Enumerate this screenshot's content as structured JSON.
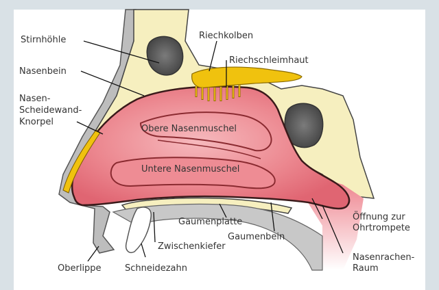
{
  "labels": {
    "stirnhoehle": "Stirnhöhle",
    "nasenbein": "Nasenbein",
    "knorpel_1": "Nasen-",
    "knorpel_2": "Scheidewand-",
    "knorpel_3": "Knorpel",
    "riechkolben": "Riechkolben",
    "riechschleimhaut": "Riechschleimhaut",
    "obere_nasenmuschel": "Obere Nasenmuschel",
    "untere_nasenmuschel": "Untere Nasenmuschel",
    "gaumenplatte": "Gaumenplatte",
    "gaumenbein": "Gaumenbein",
    "oeffnung_1": "Öffnung zur",
    "oeffnung_2": "Ohrtrompete",
    "zwischenkiefer": "Zwischenkiefer",
    "oberlippe": "Oberlippe",
    "schneidezahn": "Schneidezahn",
    "nasenrachen_1": "Nasenrachen-",
    "nasenrachen_2": "Raum"
  },
  "colors": {
    "frame": "#d9e1e6",
    "panel": "#ffffff",
    "bone": "#f6efbf",
    "cavity_light": "#f3a9ae",
    "cavity": "#e8707a",
    "outline": "#3a1a1a",
    "skin": "#b9b9b9",
    "olfactory": "#f0c20e",
    "sinus": "#4f4f4f"
  }
}
